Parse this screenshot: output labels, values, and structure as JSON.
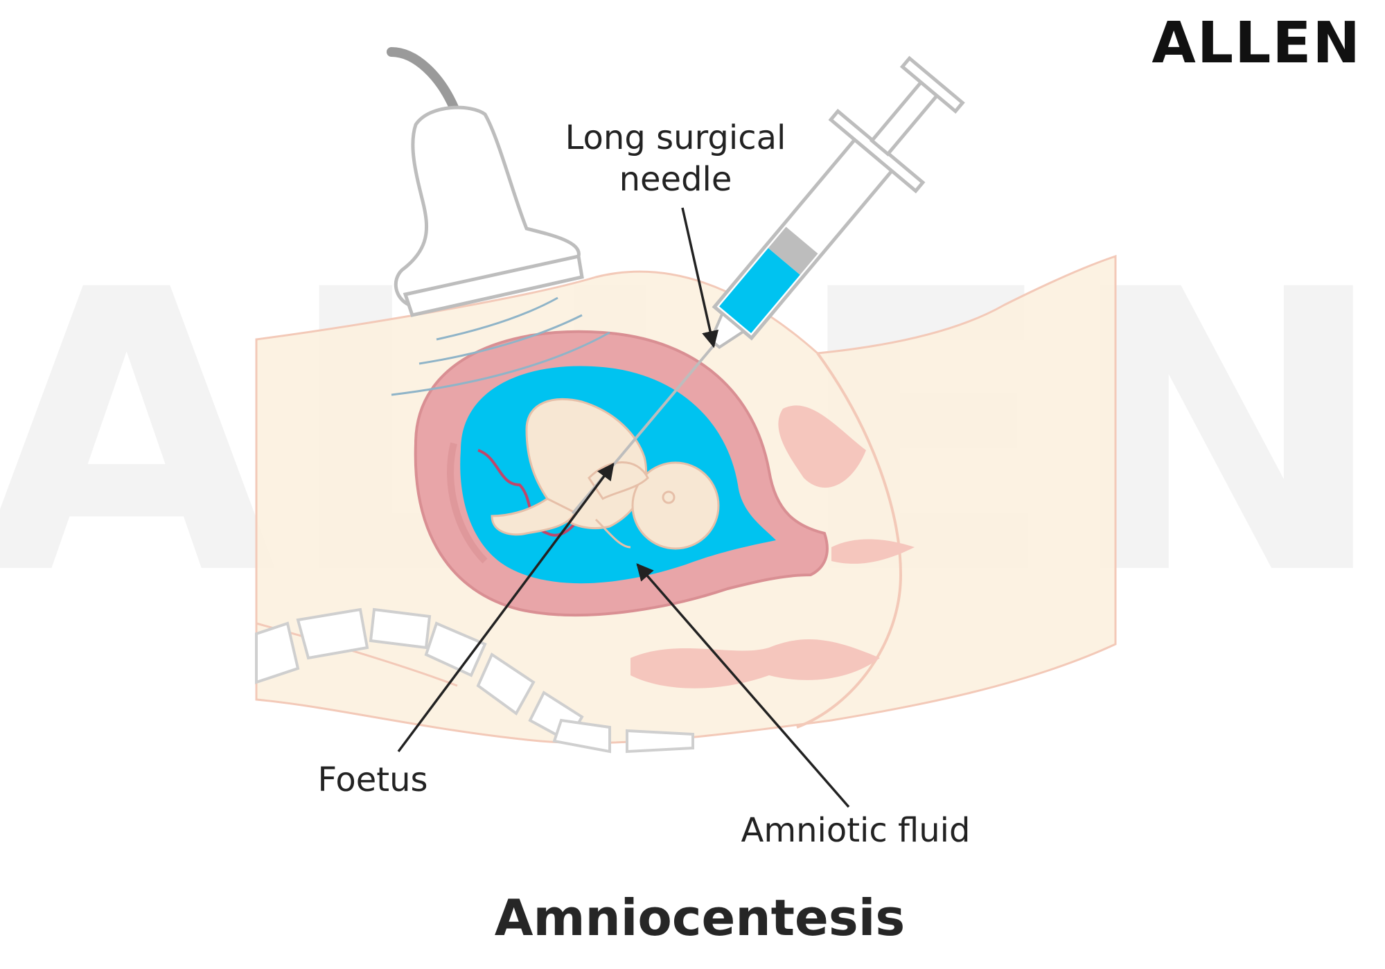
{
  "brand": {
    "logo_text": "ALLEN",
    "watermark_text": "ALLEN"
  },
  "diagram": {
    "title": "Amniocentesis",
    "labels": {
      "needle_line1": "Long surgical",
      "needle_line2": "needle",
      "foetus": "Foetus",
      "fluid": "Amniotic fluid"
    }
  },
  "colors": {
    "skin": "#fbf0dd",
    "skin_outline": "#f3c9b8",
    "uterus": "#e8a5a8",
    "uterus_dark": "#d98f93",
    "fluid": "#00c3f0",
    "foetus": "#f7e7d3",
    "syringe_fluid": "#00c3f0",
    "arrow": "#222222"
  }
}
